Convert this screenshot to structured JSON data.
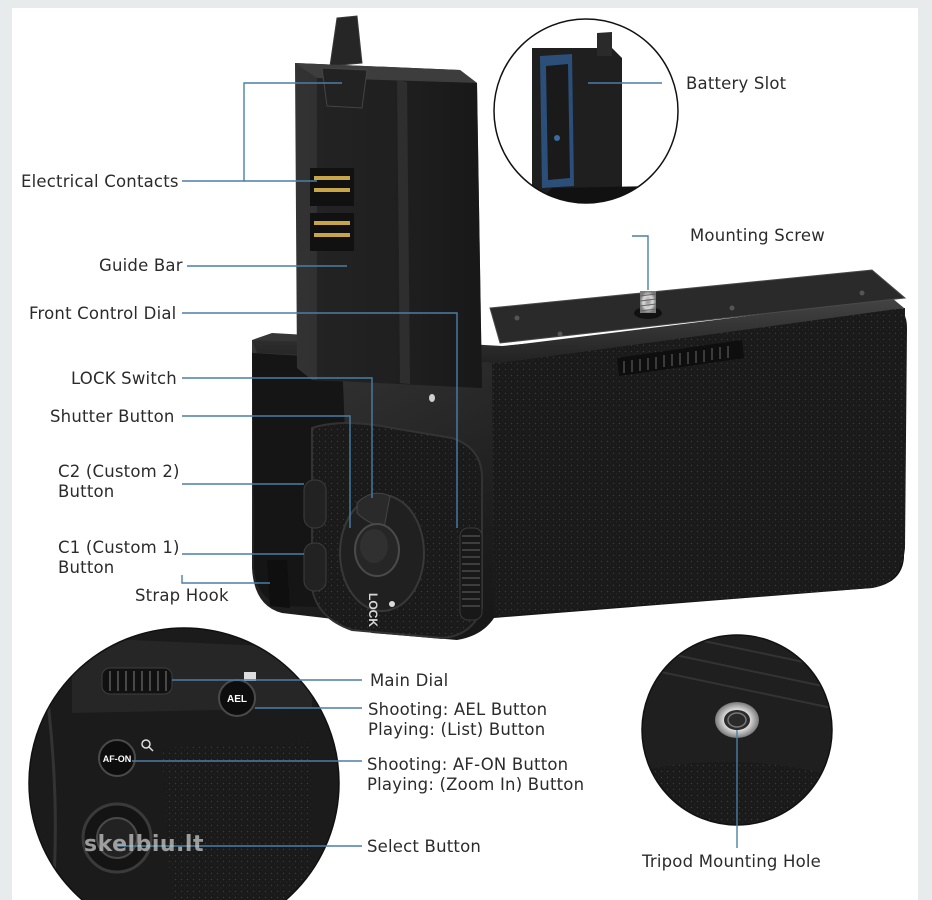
{
  "labels": {
    "battery_slot": "Battery Slot",
    "mounting_screw": "Mounting Screw",
    "electrical_contacts": "Electrical Contacts",
    "guide_bar": "Guide Bar",
    "front_control_dial": "Front Control Dial",
    "lock_switch": "LOCK Switch",
    "shutter_button": "Shutter Button",
    "c2_line1": "C2 (Custom 2)",
    "c2_line2": "Button",
    "c1_line1": "C1 (Custom 1)",
    "c1_line2": "Button",
    "strap_hook": "Strap Hook",
    "main_dial": "Main Dial",
    "ael_line1": "Shooting: AEL Button",
    "ael_line2": "Playing: (List) Button",
    "afon_line1": "Shooting: AF-ON Button",
    "afon_line2": "Playing: (Zoom In) Button",
    "select_button": "Select Button",
    "tripod_mounting_hole": "Tripod Mounting Hole"
  },
  "product_markings": {
    "lock": "LOCK",
    "ael": "AEL",
    "afon": "AF-ON"
  },
  "watermark": "skelbiu.lt",
  "colors": {
    "body_dark": "#1c1c1c",
    "leader_line": "#4a7fa5",
    "text": "#2b2b2b"
  }
}
